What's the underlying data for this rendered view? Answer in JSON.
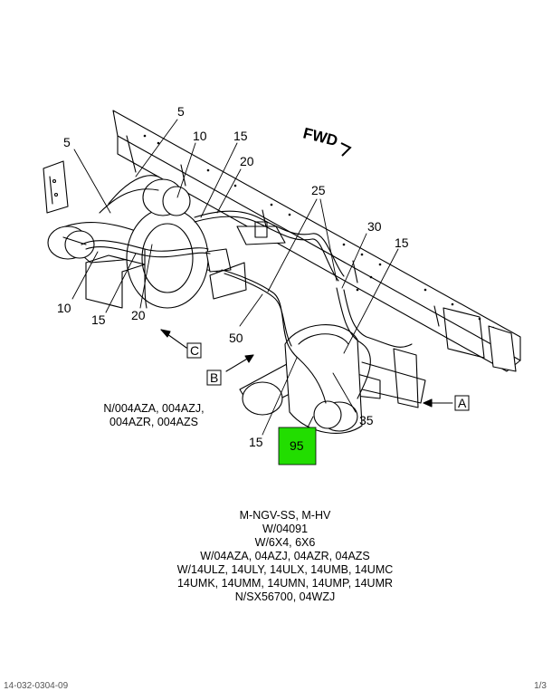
{
  "orientation_label": "FWD",
  "view_labels": {
    "a": "A",
    "b": "B",
    "c": "C"
  },
  "callouts": {
    "c5_left": "5",
    "c5_top": "5",
    "c10_top": "10",
    "c15_top": "15",
    "c20_top": "20",
    "c25": "25",
    "c30": "30",
    "c15_right": "15",
    "c10_left": "10",
    "c15_left": "15",
    "c20_left": "20",
    "c50": "50",
    "c35": "35",
    "c15_bottom": "15",
    "c95": "95"
  },
  "highlight_color": "#22dd00",
  "notes": {
    "left": [
      "N/004AZA, 004AZJ,",
      "004AZR, 004AZS"
    ],
    "bottom": [
      "M-NGV-SS, M-HV",
      "W/04091",
      "W/6X4, 6X6",
      "W/04AZA, 04AZJ, 04AZR, 04AZS",
      "W/14ULZ, 14ULY, 14ULX, 14UMB, 14UMC",
      "14UMK, 14UMM, 14UMN, 14UMP, 14UMR",
      "N/SX56700, 04WZJ"
    ]
  },
  "footer": {
    "left": "14-032-0304-09",
    "right": "1/3"
  }
}
